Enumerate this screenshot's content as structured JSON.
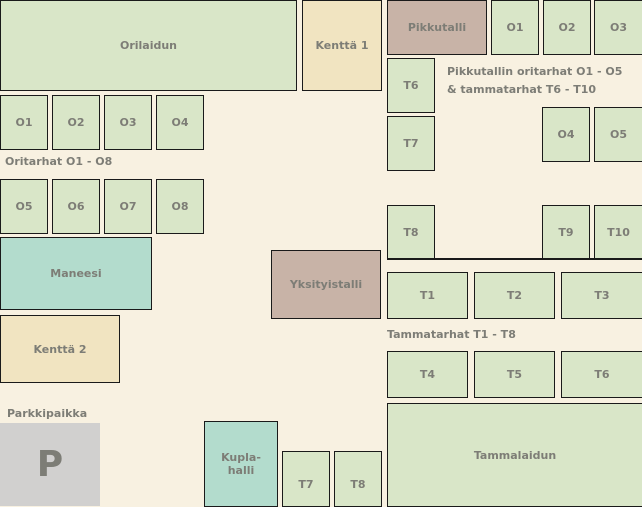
{
  "areas": {
    "orilaidun": "Orilaidun",
    "kentta1": "Kenttä 1",
    "pikkutalli": "Pikkutalli",
    "maneesi": "Maneesi",
    "kentta2": "Kenttä 2",
    "yksityistalli": "Yksityistalli",
    "kuplahalli_1": "Kupla-",
    "kuplahalli_2": "halli",
    "tammalaidun": "Tammalaidun",
    "parking_symbol": "P"
  },
  "labels": {
    "oritarhat": "Oritarhat O1 - O8",
    "pikkutalli_line1": "Pikkutallin oritarhat  O1 - O5",
    "pikkutalli_line2": "& tammatarhat  T6 - T10",
    "tammatarhat": "Tammatarhat T1 - T8",
    "parkkipaikka": "Parkkipaikka"
  },
  "paddocks": {
    "oritarhat": [
      "O1",
      "O2",
      "O3",
      "O4",
      "O5",
      "O6",
      "O7",
      "O8"
    ],
    "pikku_ori": [
      "O1",
      "O2",
      "O3",
      "O4",
      "O5"
    ],
    "pikku_tamma": [
      "T6",
      "T7",
      "T8",
      "T9",
      "T10"
    ],
    "tammatarhat": [
      "T1",
      "T2",
      "T3",
      "T4",
      "T5",
      "T6"
    ],
    "bottom_tamma": [
      "T7",
      "T8"
    ]
  },
  "colors": {
    "background": "#f8f1e1",
    "paddock": "#d9e6c8",
    "hall": "#b3dccd",
    "stable": "#c8b3a7",
    "field": "#f1e4c1",
    "parking": "#d1d0cf"
  }
}
